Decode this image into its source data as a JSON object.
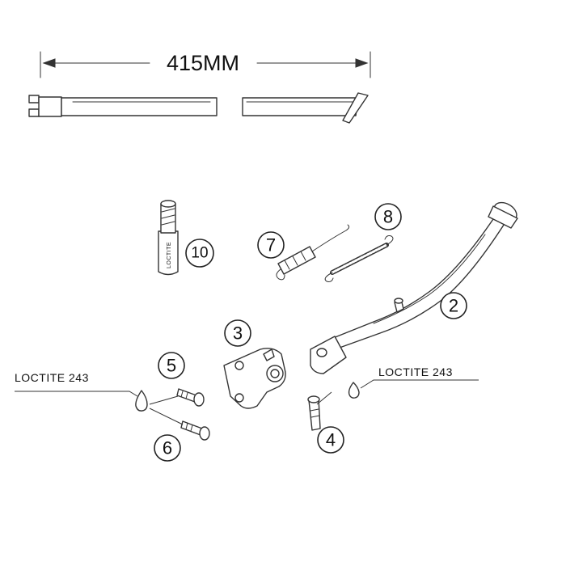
{
  "dimension": {
    "label": "415MM"
  },
  "labels": {
    "loctite_left": "LOCTITE 243",
    "loctite_right": "LOCTITE 243",
    "tube_text": "LOCTITE"
  },
  "callouts": {
    "c2": "2",
    "c3": "3",
    "c4": "4",
    "c5": "5",
    "c6": "6",
    "c7": "7",
    "c8": "8",
    "c10": "10"
  },
  "colors": {
    "line": "#333333",
    "background": "#ffffff"
  }
}
